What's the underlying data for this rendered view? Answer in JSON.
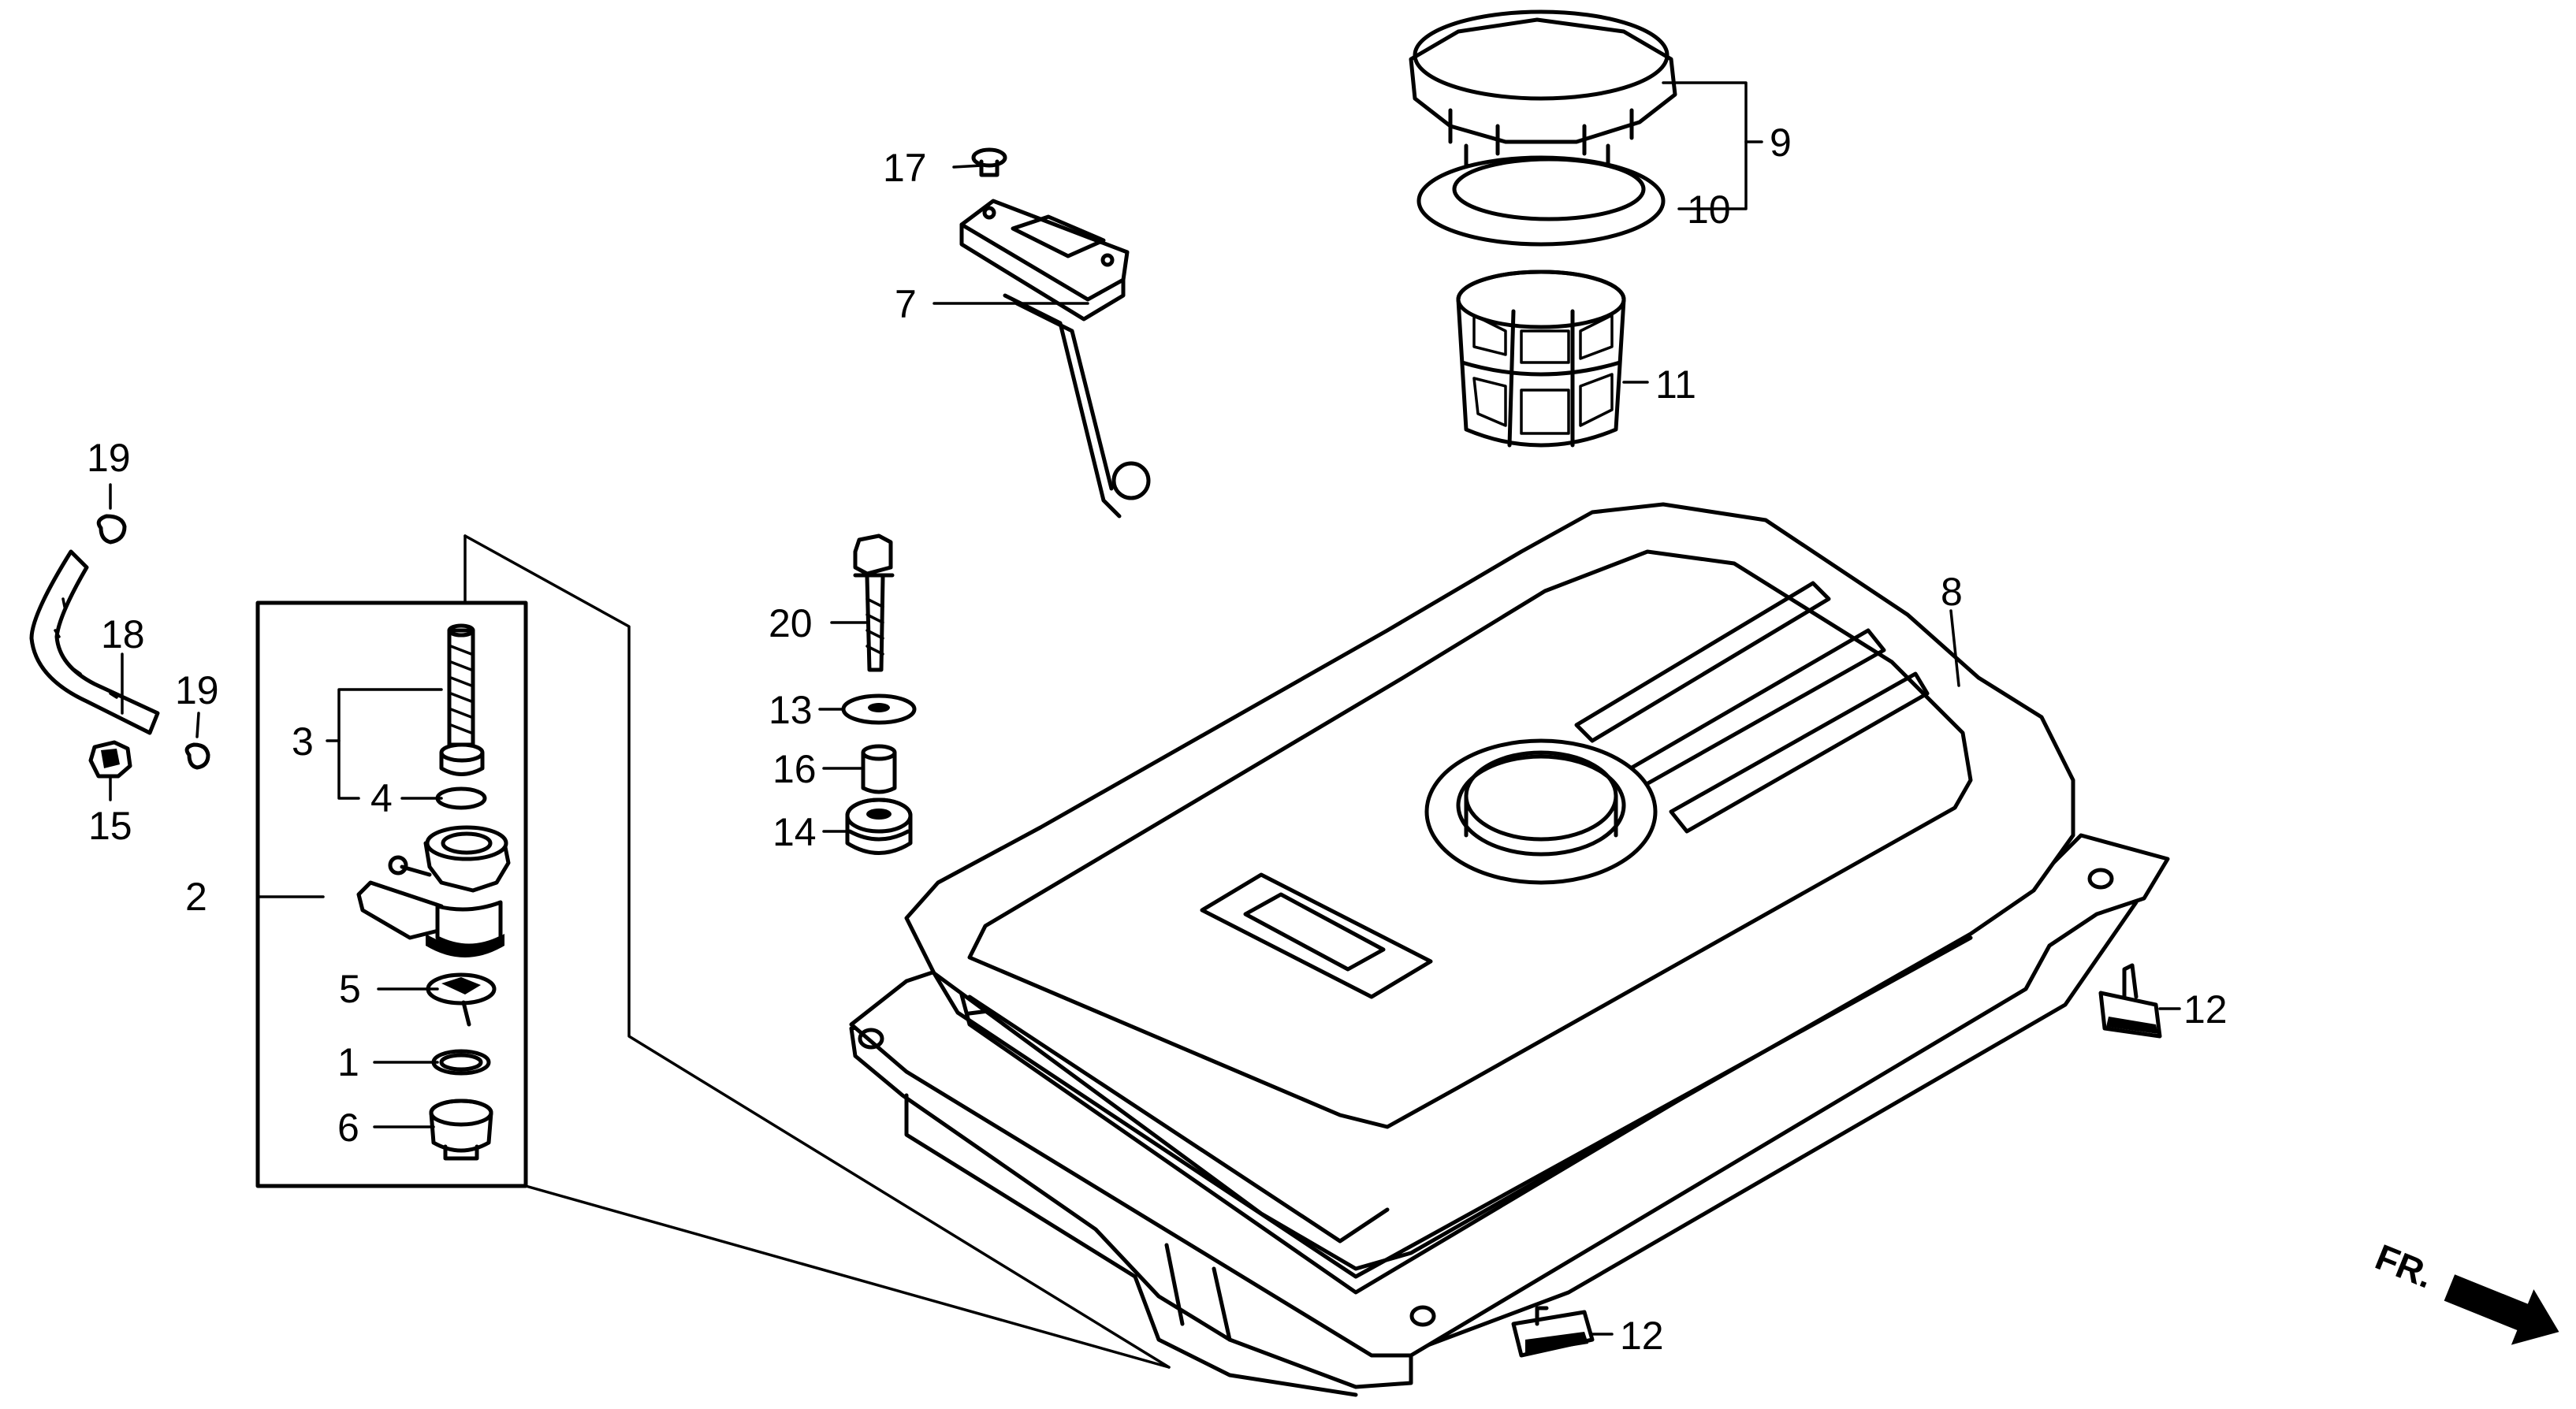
{
  "callouts": [
    {
      "id": "1",
      "text": "1"
    },
    {
      "id": "2",
      "text": "2"
    },
    {
      "id": "3",
      "text": "3"
    },
    {
      "id": "4",
      "text": "4"
    },
    {
      "id": "5",
      "text": "5"
    },
    {
      "id": "6",
      "text": "6"
    },
    {
      "id": "7",
      "text": "7"
    },
    {
      "id": "8",
      "text": "8"
    },
    {
      "id": "9",
      "text": "9"
    },
    {
      "id": "10",
      "text": "10"
    },
    {
      "id": "11",
      "text": "11"
    },
    {
      "id": "12a",
      "text": "12"
    },
    {
      "id": "12b",
      "text": "12"
    },
    {
      "id": "13",
      "text": "13"
    },
    {
      "id": "14",
      "text": "14"
    },
    {
      "id": "15",
      "text": "15"
    },
    {
      "id": "16",
      "text": "16"
    },
    {
      "id": "17",
      "text": "17"
    },
    {
      "id": "18",
      "text": "18"
    },
    {
      "id": "19a",
      "text": "19"
    },
    {
      "id": "19b",
      "text": "19"
    },
    {
      "id": "20",
      "text": "20"
    }
  ],
  "direction_marker": {
    "text": "FR."
  }
}
